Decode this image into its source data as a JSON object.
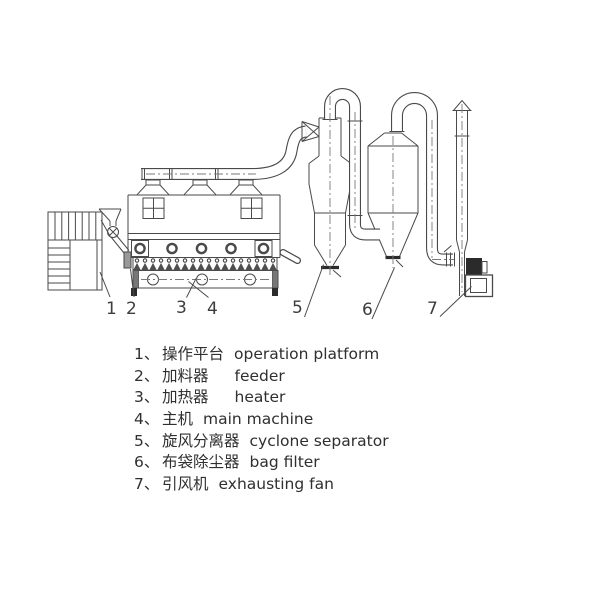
{
  "diagram": {
    "type": "technical-line-drawing",
    "description": "fluidized bed drying system side elevation",
    "colors": {
      "line": "#4a4a4a",
      "centerline": "#7a7a7a",
      "dark_fill": "#2b2b2b",
      "background": "#ffffff"
    },
    "callouts": [
      {
        "label": "1"
      },
      {
        "label": "2"
      },
      {
        "label": "3"
      },
      {
        "label": "4"
      },
      {
        "label": "5"
      },
      {
        "label": "6"
      },
      {
        "label": "7"
      }
    ]
  },
  "legend": {
    "items": [
      {
        "num": "1、",
        "zh": "操作平台",
        "en": "operation platform"
      },
      {
        "num": "2、",
        "zh": "加料器",
        "en": "feeder"
      },
      {
        "num": "3、",
        "zh": "加热器",
        "en": "heater"
      },
      {
        "num": "4、",
        "zh": "主机",
        "en": "main machine"
      },
      {
        "num": "5、",
        "zh": "旋风分离器",
        "en": "cyclone separator"
      },
      {
        "num": "6、",
        "zh": "布袋除尘器",
        "en": "bag filter"
      },
      {
        "num": "7、",
        "zh": "引风机",
        "en": "exhausting fan"
      }
    ]
  }
}
